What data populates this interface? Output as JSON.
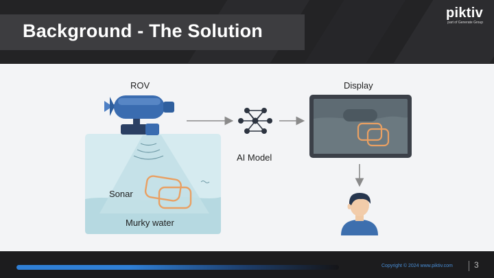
{
  "slide": {
    "title": "Background - The Solution",
    "page_number": "3",
    "copyright": "Copyright © 2024 www.piktiv.com"
  },
  "logo": {
    "name": "piktiv",
    "tagline": "part of Generate Group"
  },
  "diagram": {
    "rov_label": "ROV",
    "sonar_label": "Sonar",
    "murky_water_label": "Murky water",
    "ai_model_label": "AI Model",
    "display_label": "Display"
  },
  "colors": {
    "rov_body": "#2f5f9e",
    "water": "#b9dbe3",
    "highlight": "#e9a063",
    "arrow": "#8a8a8a",
    "accent": "#2f7fd6"
  }
}
